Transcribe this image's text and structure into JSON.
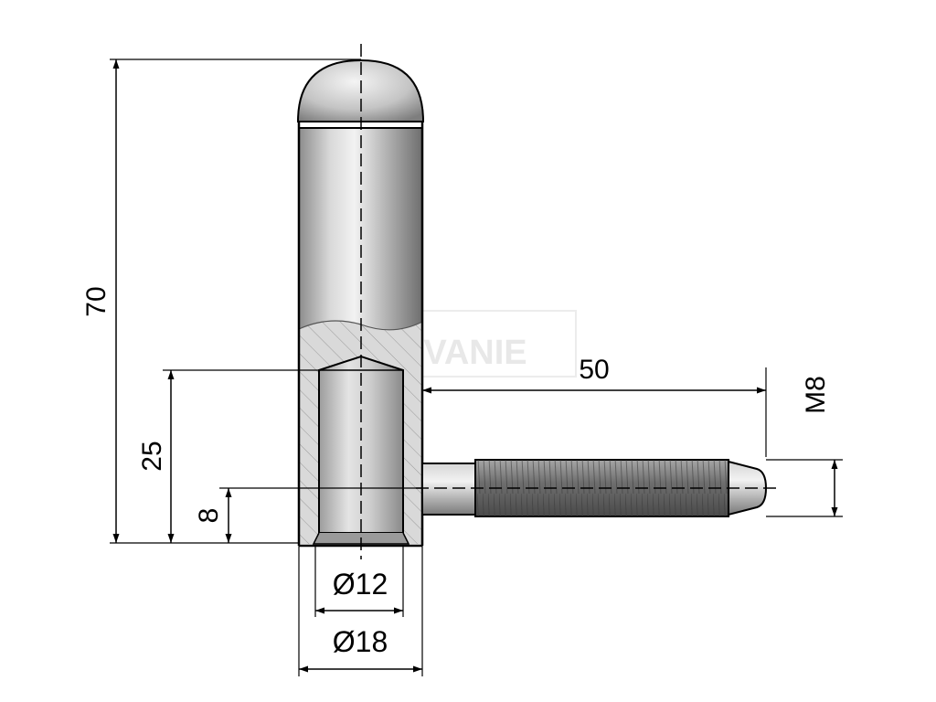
{
  "dimensions": {
    "total_height": "70",
    "hole_depth": "25",
    "pin_offset": "8",
    "pin_length": "50",
    "thread": "M8",
    "inner_diameter": "Ø12",
    "outer_diameter": "Ø18"
  },
  "watermark": "VANIE",
  "colors": {
    "line": "#000000",
    "metal_light": "#e6e6e6",
    "metal_mid": "#b8b8b8",
    "metal_dark": "#7a7a7a",
    "section_fill": "#d9d9d9",
    "hatch": "#9a9a9a",
    "watermark": "#e8e8e8"
  }
}
